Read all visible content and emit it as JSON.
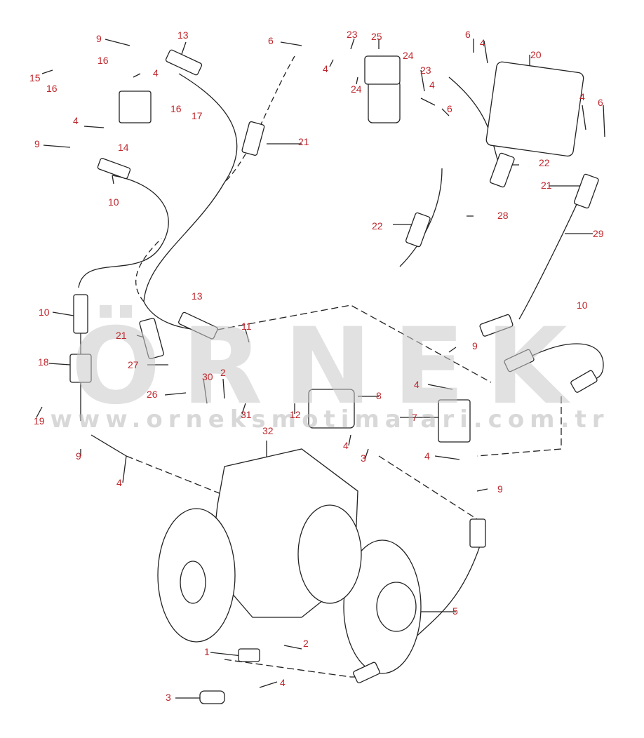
{
  "watermark": {
    "brand": "ÖRNEK",
    "url": "www.orneksmotimalari.com.tr"
  },
  "colors": {
    "callout": "#c0272d",
    "line": "#222222",
    "watermark": "#c8c8c8",
    "watermark_accent": "#e8c84a"
  },
  "callouts": [
    "9",
    "13",
    "15",
    "16",
    "16",
    "4",
    "16",
    "17",
    "4",
    "14",
    "9",
    "10",
    "6",
    "23",
    "25",
    "4",
    "24",
    "24",
    "23",
    "4",
    "6",
    "6",
    "4",
    "20",
    "4",
    "6",
    "21",
    "22",
    "21",
    "28",
    "22",
    "29",
    "10",
    "13",
    "11",
    "10",
    "9",
    "21",
    "18",
    "27",
    "4",
    "2",
    "30",
    "26",
    "8",
    "12",
    "31",
    "19",
    "7",
    "4",
    "3",
    "9",
    "4",
    "32",
    "9",
    "4",
    "5",
    "1",
    "2",
    "4",
    "3"
  ]
}
